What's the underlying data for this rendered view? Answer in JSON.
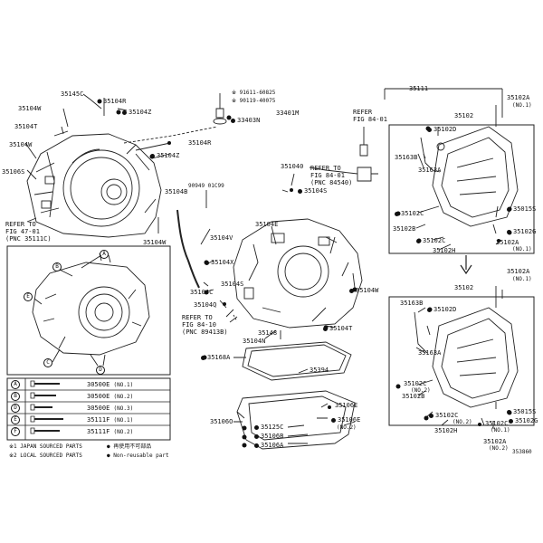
{
  "labels": {
    "l_35145c": "35145C",
    "l_35104r_a": "35104R",
    "l_35104z_a": "35104Z",
    "l_35104w_a": "35104W",
    "l_35104t_a": "35104T",
    "l_35104w_b": "35104W",
    "l_35106s": "35106S",
    "l_refer_a1": "REFER TO",
    "l_refer_a2": "FIG 47-01",
    "l_refer_a3": "(PNC 35111C)",
    "l_35104w_c": "35104W",
    "l_35104r_b": "35104R",
    "l_35104z_b": "35104Z",
    "l_91611": "※ 91611-60825",
    "l_90119": "※ 90119-40075",
    "l_33403n": "33403N",
    "l_33401m": "33401M",
    "l_refer_b1": "REFER",
    "l_refer_b2": "FIG 84-01",
    "l_351040": "351040",
    "l_refer_c1": "REFER TO",
    "l_refer_c2": "FIG 84-01",
    "l_refer_c3": "(PNC 84540)",
    "l_35104s": "35104S",
    "l_35104b": "35104B",
    "l_90949": "90949 01C99",
    "l_35104e": "35104E",
    "l_35104v": "35104V",
    "l_35104x": "35104X",
    "l_35104s_b": "35104S",
    "l_35104c": "35104C",
    "l_35104q": "35104Q",
    "l_35104w_d": "35104W",
    "l_refer_d1": "REFER TO",
    "l_refer_d2": "FIG 84-10",
    "l_refer_d3": "(PNC 89413B)",
    "l_35148": "35148",
    "l_35104n": "35104N",
    "l_35104t_b": "35104T",
    "l_35168a": "35168A",
    "l_35394": "35394",
    "l_35106o": "35106O",
    "l_35106e": "35106E",
    "l_35106e_b": "35106E",
    "l_35106e_b_no": "(NO.2)",
    "l_35125c": "35125C",
    "l_35106b": "35106B",
    "l_35106a": "35106A",
    "l_35111": "35111",
    "l_35102a_a": "35102A",
    "l_35102a_a_no": "(NO.1)",
    "l_35102": "35102",
    "l_35102d_a": "35102D",
    "l_35163b_a": "35163B",
    "l_35163a_a": "35163A",
    "l_35102c_a": "35102C",
    "l_35102b_a": "35102B",
    "l_35102c_b": "35102C",
    "l_35102h_a": "35102H",
    "l_35015s_a": "35015S",
    "l_35102g_a": "35102G",
    "l_35102a_b": "35102A",
    "l_35102a_b_no": "(NO.1)",
    "l_35102a_c": "35102A",
    "l_35102a_c_no": "(NO.1)",
    "l_35102_b": "35102",
    "l_35163b_b": "35163B",
    "l_35102d_b": "35102D",
    "l_35163a_b": "35163A",
    "l_35102c_c": "35102C",
    "l_35102c_c_no": "(NO.2)",
    "l_35102b_b": "35102B",
    "l_35102c_d": "35102C",
    "l_35102c_d_no": "(NO.2)",
    "l_35102h_b": "35102H",
    "l_35015s_b": "35015S",
    "l_35102g_b": "35102G",
    "l_35102c_e": "35102C",
    "l_35102c_e_no": "(NO.1)",
    "l_35102a_d": "35102A",
    "l_35102a_d_no": "(NO.2)",
    "l_diagram_id": "353860"
  },
  "inset_callouts": [
    "A",
    "B",
    "C",
    "D",
    "E"
  ],
  "legend": [
    {
      "key": "A",
      "part": "30500E",
      "no": "(NO.1)"
    },
    {
      "key": "B",
      "part": "30500E",
      "no": "(NO.2)"
    },
    {
      "key": "D",
      "part": "30500E",
      "no": "(NO.3)"
    },
    {
      "key": "E",
      "part": "35111F",
      "no": "(NO.1)"
    },
    {
      "key": "F",
      "part": "35111F",
      "no": "(NO.2)"
    }
  ],
  "notes": {
    "n1": "※1 JAPAN SOURCED PARTS",
    "n1b": "● 再使用不可部品",
    "n2": "※2 LOCAL SOURCED PARTS",
    "n2b": "● Non-reusable part"
  }
}
